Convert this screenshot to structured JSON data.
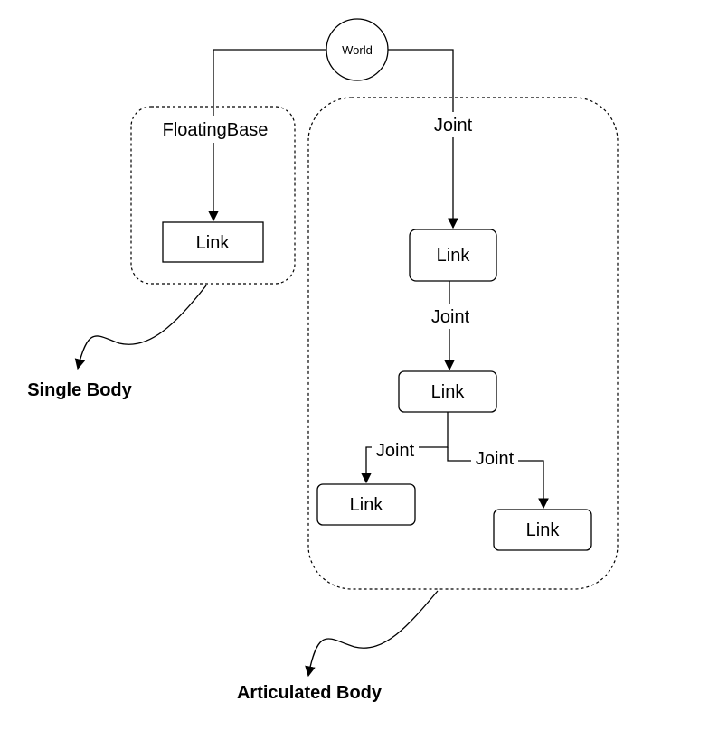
{
  "world": {
    "label": "World"
  },
  "single_group": {
    "label": "FloatingBase",
    "caption": "Single Body"
  },
  "articulated_group": {
    "caption": "Articulated Body"
  },
  "links": {
    "single": "Link",
    "root": "Link",
    "mid": "Link",
    "left": "Link",
    "right": "Link"
  },
  "joints": {
    "world_to_root": "Joint",
    "root_to_mid": "Joint",
    "mid_to_left": "Joint",
    "mid_to_right": "Joint"
  }
}
